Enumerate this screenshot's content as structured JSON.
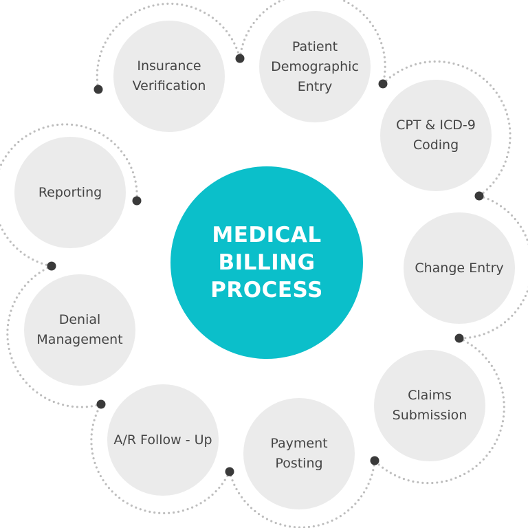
{
  "title": {
    "lines": [
      "MEDICAL",
      "BILLING",
      "PROCESS"
    ]
  },
  "steps": [
    {
      "label": "Insurance Verification"
    },
    {
      "label": "Patient Demographic Entry"
    },
    {
      "label": "CPT & ICD-9 Coding"
    },
    {
      "label": "Change Entry"
    },
    {
      "label": "Claims Submission"
    },
    {
      "label": "Payment Posting"
    },
    {
      "label": "A/R Follow - Up"
    },
    {
      "label": "Denial Management"
    },
    {
      "label": "Reporting"
    }
  ],
  "colors": {
    "accent": "#0bbfca",
    "node": "#ebebeb",
    "text": "#444444",
    "dot": "#3a3a3a",
    "dotted": "#bdbdbd"
  }
}
